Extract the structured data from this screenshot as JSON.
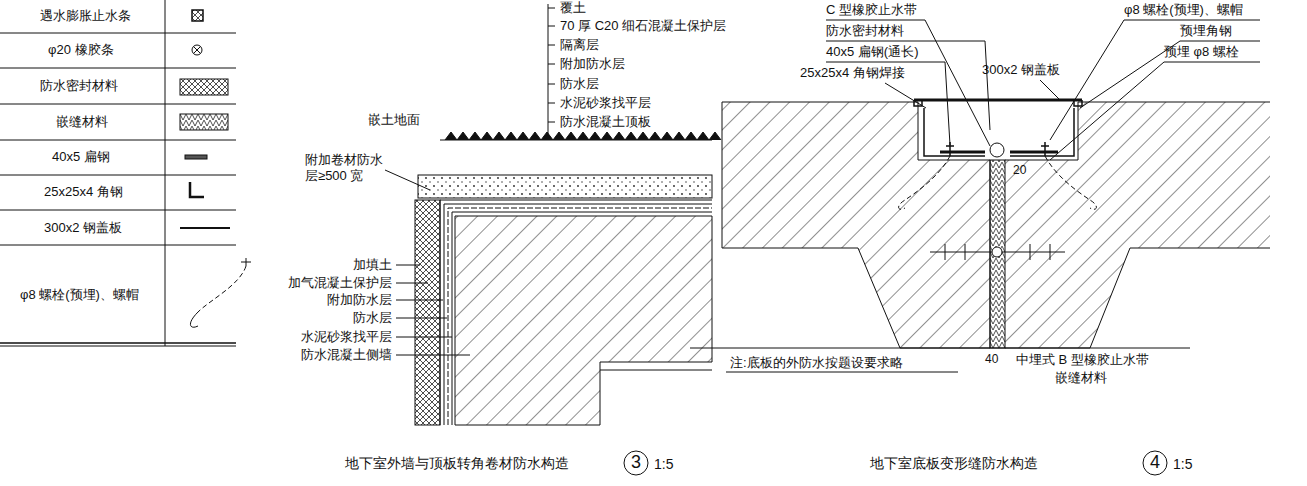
{
  "diagram": {
    "title": "地下室外墙与顶板转角卷材防水构造",
    "labels": [
      "覆土",
      "70 厚 C20 细石混凝土保护层",
      "隔离层",
      "附加防水层",
      "防水层",
      "水泥砂浆找平层",
      "防水混凝土顶板",
      "嵌土地面",
      "附加卷材防水 层≥500 宽",
      "加填土",
      "加气混凝土保护层",
      "附加防水层",
      "防水层",
      "水泥砂浆找平层",
      "防水混凝土侧墙",
      "3",
      "1:5",
      "C 型橡胶止水带",
      "防水密封材料",
      "40x5 扁钢(通长)",
      "25x25x4 角钢焊接",
      "300x2 钢盖板",
      "φ8 螺栓(预埋)、螺帽",
      "预埋角钢",
      "预埋 φ8 螺栓",
      "20",
      "40",
      "注:底板的外防水按题设要求略",
      "中埋式 B 型橡胶止水带",
      "嵌缝材料",
      "地下室底板变形缝防水构造",
      "4",
      "1:5"
    ],
    "legend": [
      {
        "text": "遇水膨胀止水条"
      },
      {
        "text": "φ20 橡胶条"
      },
      {
        "text": "防水密封材料"
      },
      {
        "text": "嵌缝材料"
      },
      {
        "text": "40x5 扁钢"
      },
      {
        "text": "25x25x4 角钢"
      },
      {
        "text": "300x2 钢盖板"
      },
      {
        "text": "φ8 螺栓(预埋)、螺帽"
      }
    ]
  }
}
